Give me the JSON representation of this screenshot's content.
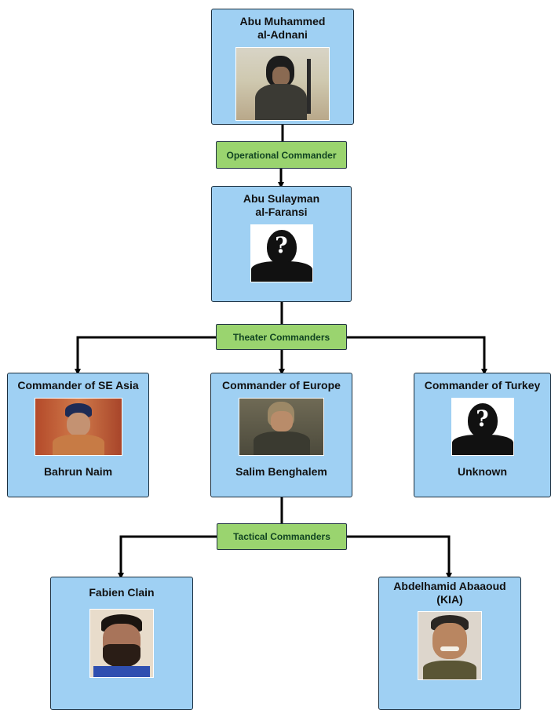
{
  "nodes": {
    "adnani": {
      "title": "Abu Muhammed\nal-Adnani",
      "photo": "fighter-portrait"
    },
    "faransi": {
      "title": "Abu Sulayman\nal-Faransi",
      "photo": "unknown-silhouette"
    },
    "se_asia": {
      "title": "Commander of SE Asia",
      "name": "Bahrun Naim",
      "photo": "man-portrait"
    },
    "europe": {
      "title": "Commander of Europe",
      "name": "Salim Benghalem",
      "photo": "man-portrait"
    },
    "turkey": {
      "title": "Commander of Turkey",
      "name": "Unknown",
      "photo": "unknown-silhouette"
    },
    "clain": {
      "title": "Fabien Clain",
      "photo": "man-portrait"
    },
    "abaaoud": {
      "title": "Abdelhamid Abaaoud\n(KIA)",
      "photo": "man-portrait"
    }
  },
  "labels": {
    "operational": "Operational Commander",
    "theater": "Theater Commanders",
    "tactical": "Tactical Commanders"
  },
  "unknown_glyph": "?",
  "colors": {
    "node_fill": "#9fd0f3",
    "label_fill": "#9ad46f",
    "connector": "#000000"
  }
}
